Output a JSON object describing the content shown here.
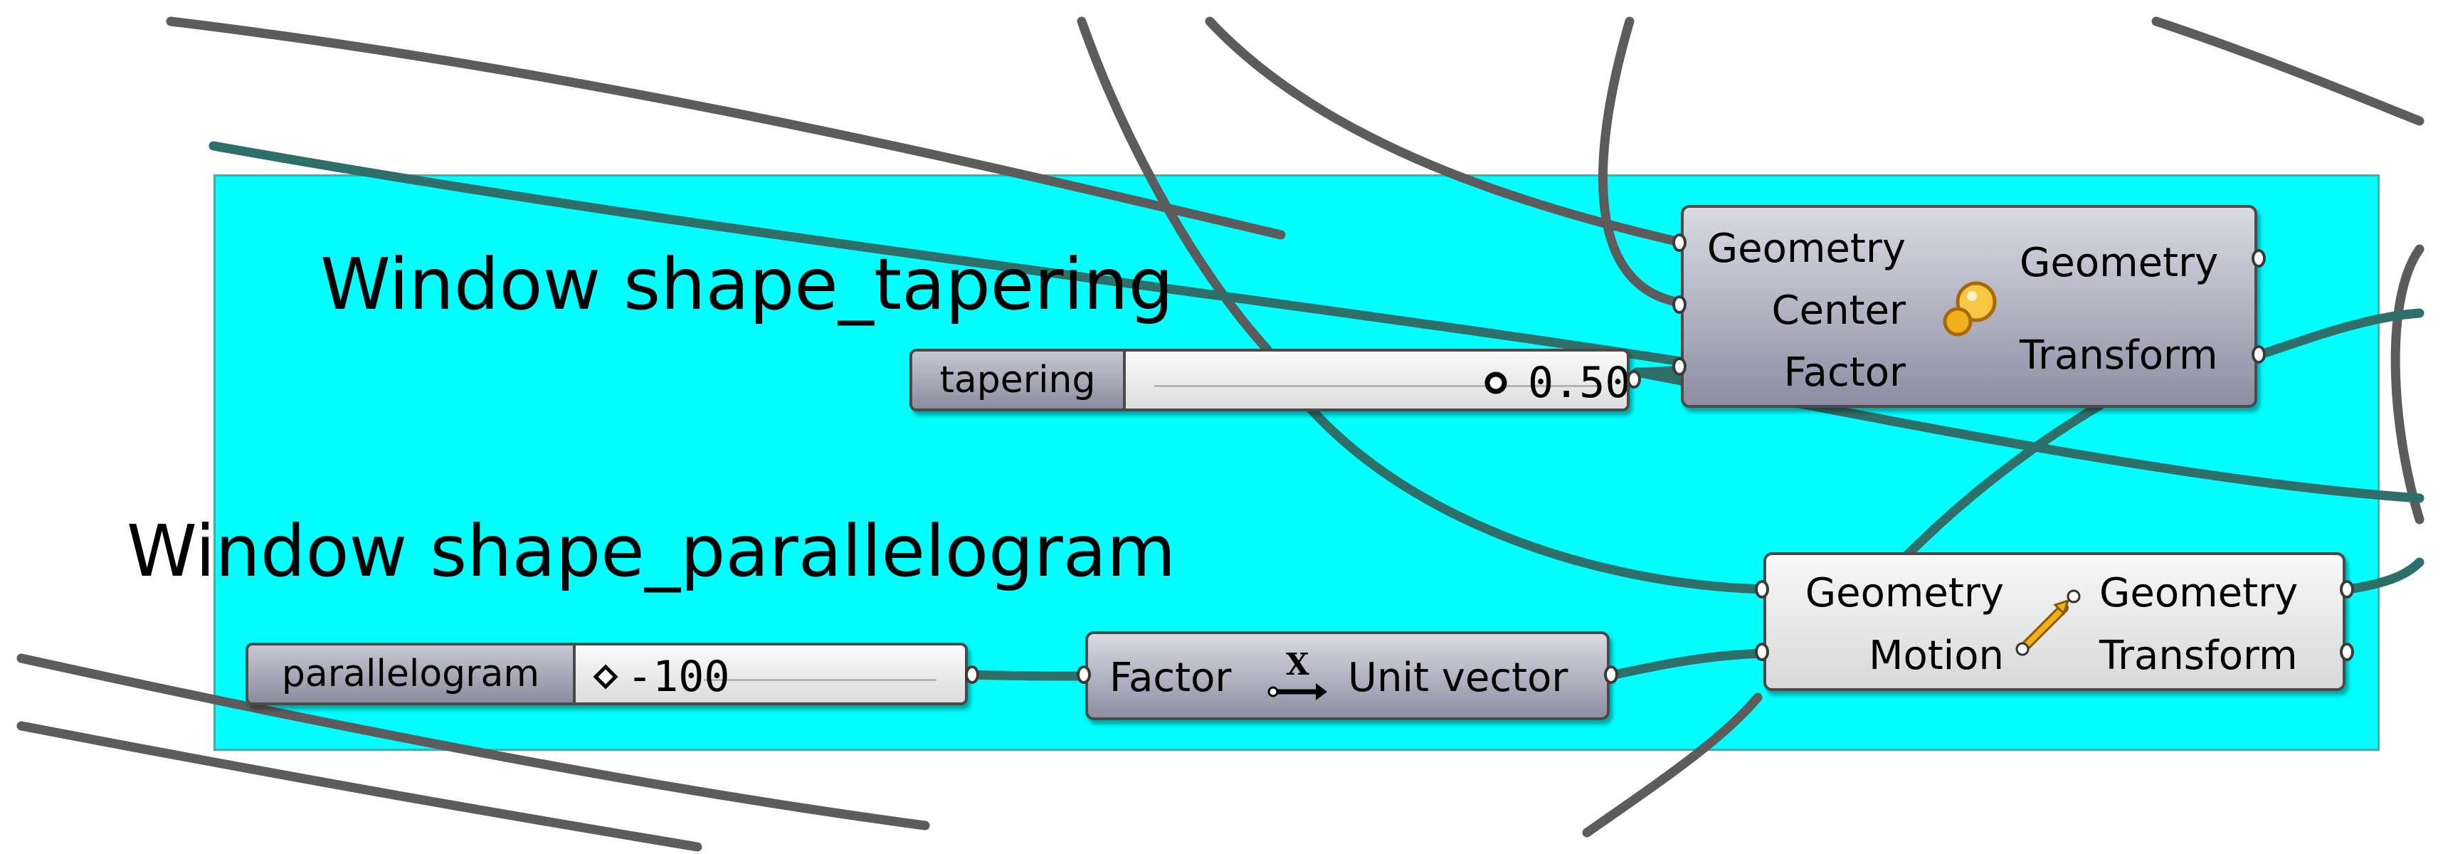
{
  "groups": {
    "tapering": {
      "title": "Window shape_tapering"
    },
    "parallelogram": {
      "title": "Window shape_parallelogram"
    }
  },
  "sliders": {
    "tapering": {
      "name": "tapering",
      "value": "0.500"
    },
    "parallelogram": {
      "name": "parallelogram",
      "value": "-100"
    }
  },
  "components": {
    "scale": {
      "icon": "scale-icon",
      "inputs": [
        "Geometry",
        "Center",
        "Factor"
      ],
      "outputs": [
        "Geometry",
        "Transform"
      ]
    },
    "unit_x": {
      "icon": "unit-x-vector-icon",
      "icon_letter": "X",
      "inputs": [
        "Factor"
      ],
      "outputs": [
        "Unit vector"
      ]
    },
    "move": {
      "icon": "move-icon",
      "inputs": [
        "Geometry",
        "Motion"
      ],
      "outputs": [
        "Geometry",
        "Transform"
      ]
    }
  },
  "colors": {
    "group_fill": "#00ffff",
    "wire_grey": "#5c5c5c",
    "wire_teal": "#2e6f6a",
    "component_dark": "#8e8ea4",
    "component_light": "#e8e8e8",
    "scale_icon": "#f2b01c",
    "move_icon": "#f2b01c"
  }
}
